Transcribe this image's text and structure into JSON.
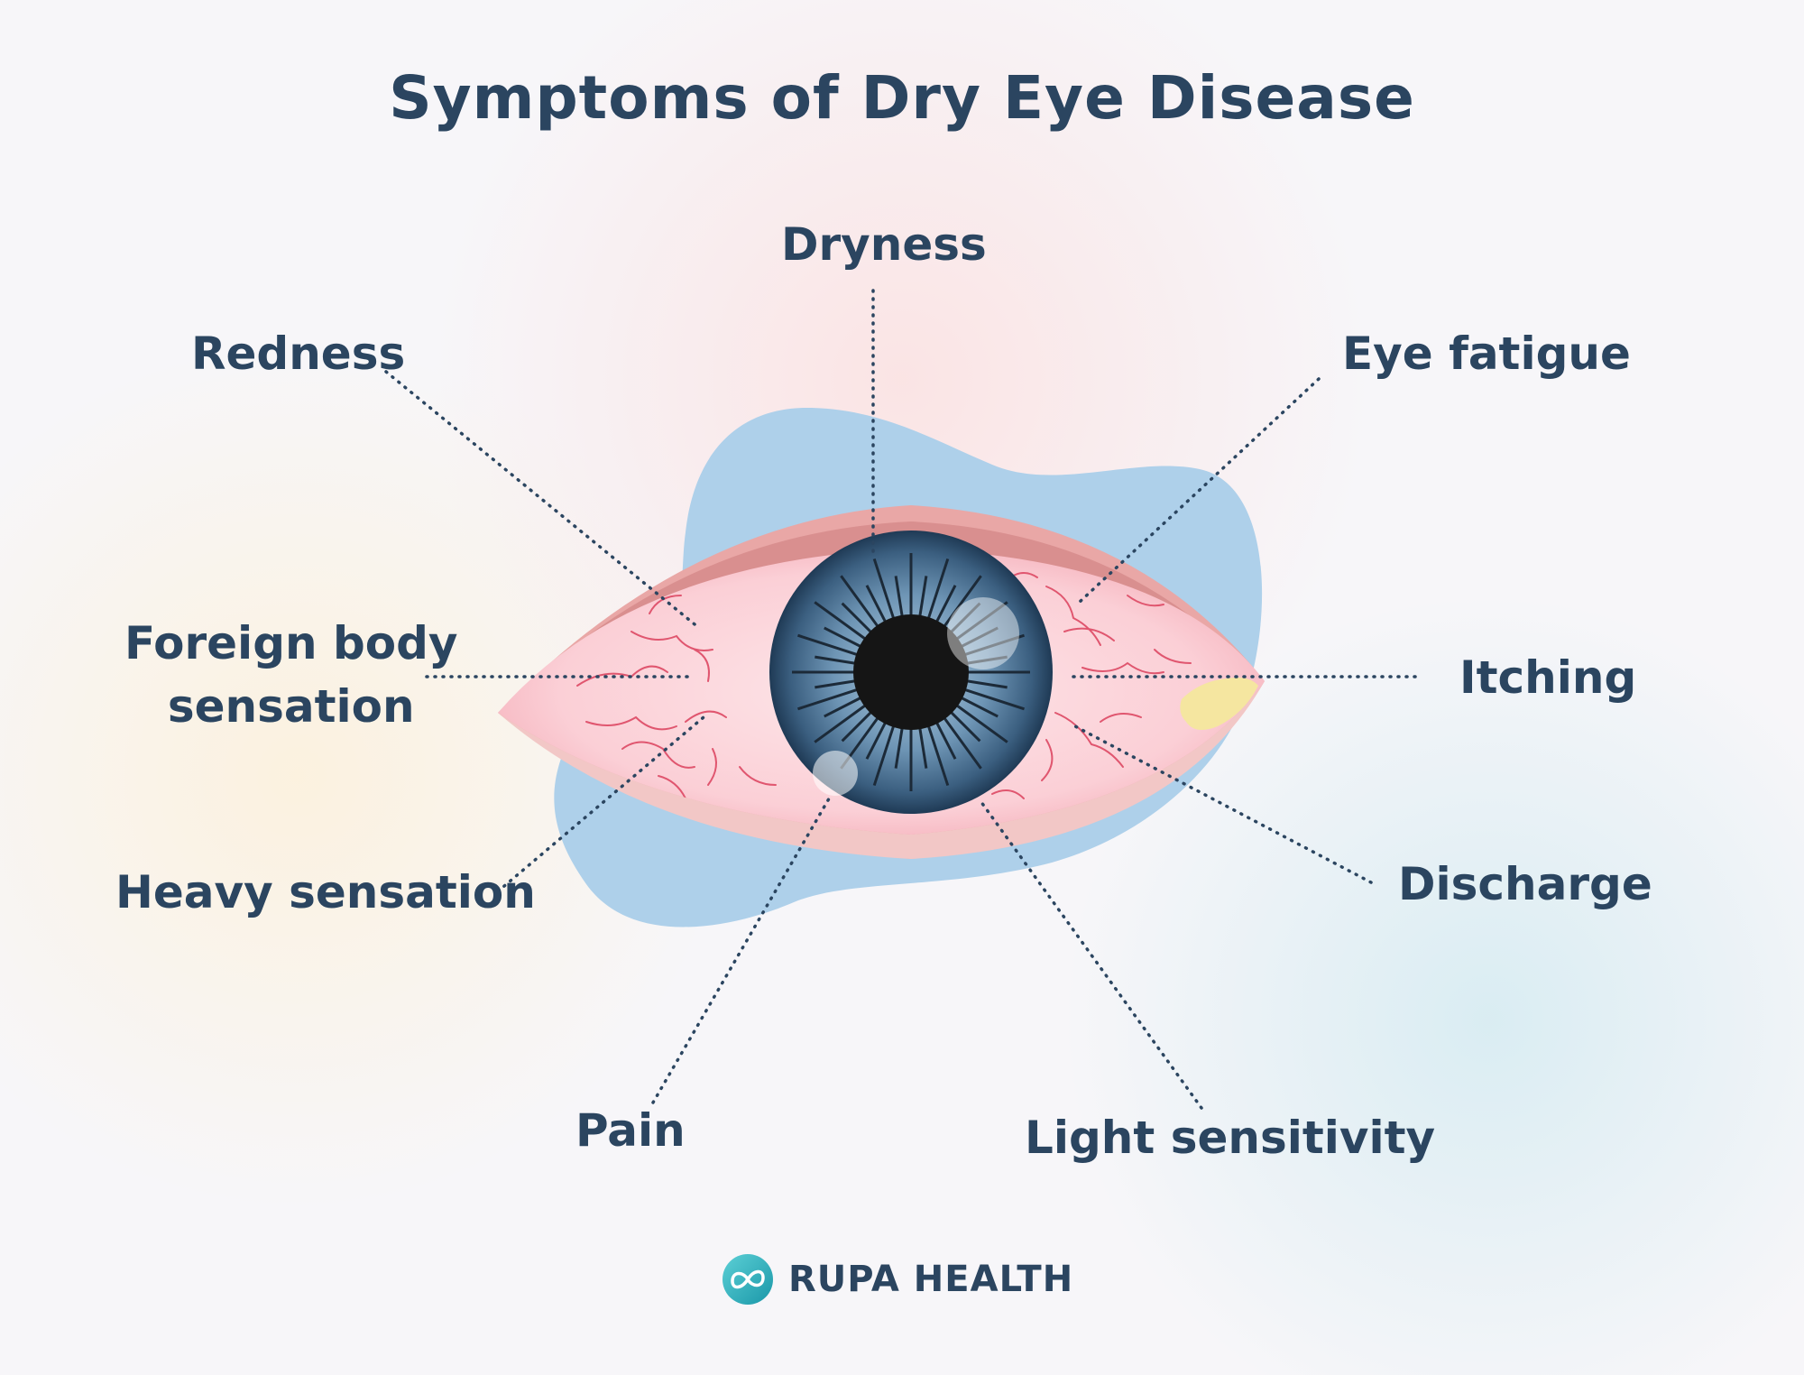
{
  "title": "Symptoms of Dry Eye Disease",
  "labels": {
    "dryness": "Dryness",
    "redness": "Redness",
    "eye_fatigue": "Eye fatigue",
    "foreign_body_line1": "Foreign body",
    "foreign_body_line2": "sensation",
    "itching": "Itching",
    "heavy_sensation": "Heavy sensation",
    "discharge": "Discharge",
    "pain": "Pain",
    "light_sensitivity": "Light sensitivity"
  },
  "brand": {
    "name": "RUPA HEALTH",
    "icon": "infinity-logo-icon"
  },
  "colors": {
    "text": "#2b4560",
    "blob": "#aed0ea",
    "sclera": "#fbd3d8",
    "eyelid": "#d98f8f",
    "iris": "#3d6587",
    "pupil": "#151515",
    "discharge": "#f5e6a0",
    "brand_teal": "#2bb5c0"
  }
}
